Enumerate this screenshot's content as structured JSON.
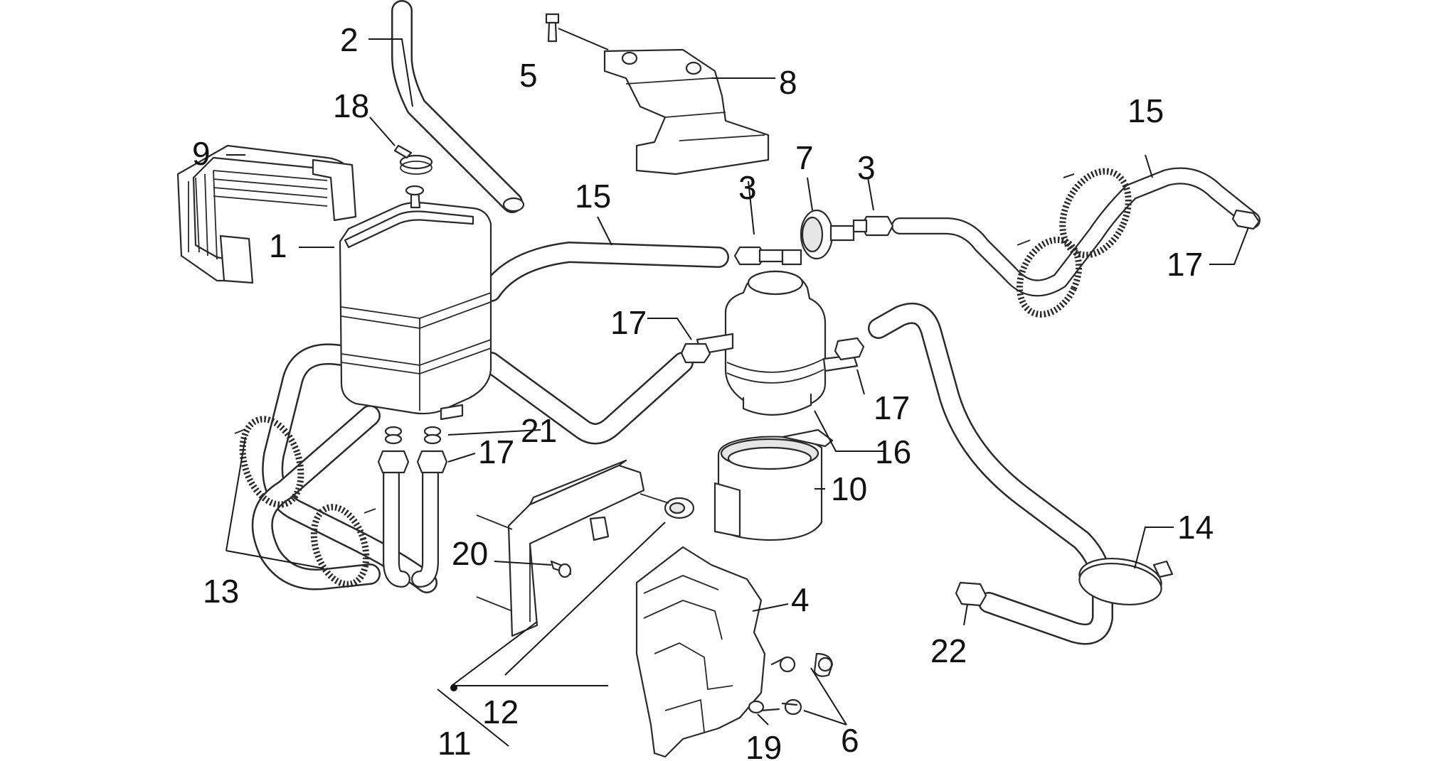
{
  "callouts": [
    {
      "id": "1",
      "text": "1"
    },
    {
      "id": "2",
      "text": "2"
    },
    {
      "id": "3a",
      "text": "3"
    },
    {
      "id": "3b",
      "text": "3"
    },
    {
      "id": "4",
      "text": "4"
    },
    {
      "id": "5",
      "text": "5"
    },
    {
      "id": "6",
      "text": "6"
    },
    {
      "id": "7",
      "text": "7"
    },
    {
      "id": "8",
      "text": "8"
    },
    {
      "id": "9",
      "text": "9"
    },
    {
      "id": "10",
      "text": "10"
    },
    {
      "id": "11",
      "text": "11"
    },
    {
      "id": "12",
      "text": "12"
    },
    {
      "id": "13",
      "text": "13"
    },
    {
      "id": "14",
      "text": "14"
    },
    {
      "id": "15a",
      "text": "15"
    },
    {
      "id": "15b",
      "text": "15"
    },
    {
      "id": "16",
      "text": "16"
    },
    {
      "id": "17a",
      "text": "17"
    },
    {
      "id": "17b",
      "text": "17"
    },
    {
      "id": "17c",
      "text": "17"
    },
    {
      "id": "17d",
      "text": "17"
    },
    {
      "id": "18",
      "text": "18"
    },
    {
      "id": "19",
      "text": "19"
    },
    {
      "id": "20",
      "text": "20"
    },
    {
      "id": "21",
      "text": "21"
    },
    {
      "id": "22",
      "text": "22"
    }
  ]
}
